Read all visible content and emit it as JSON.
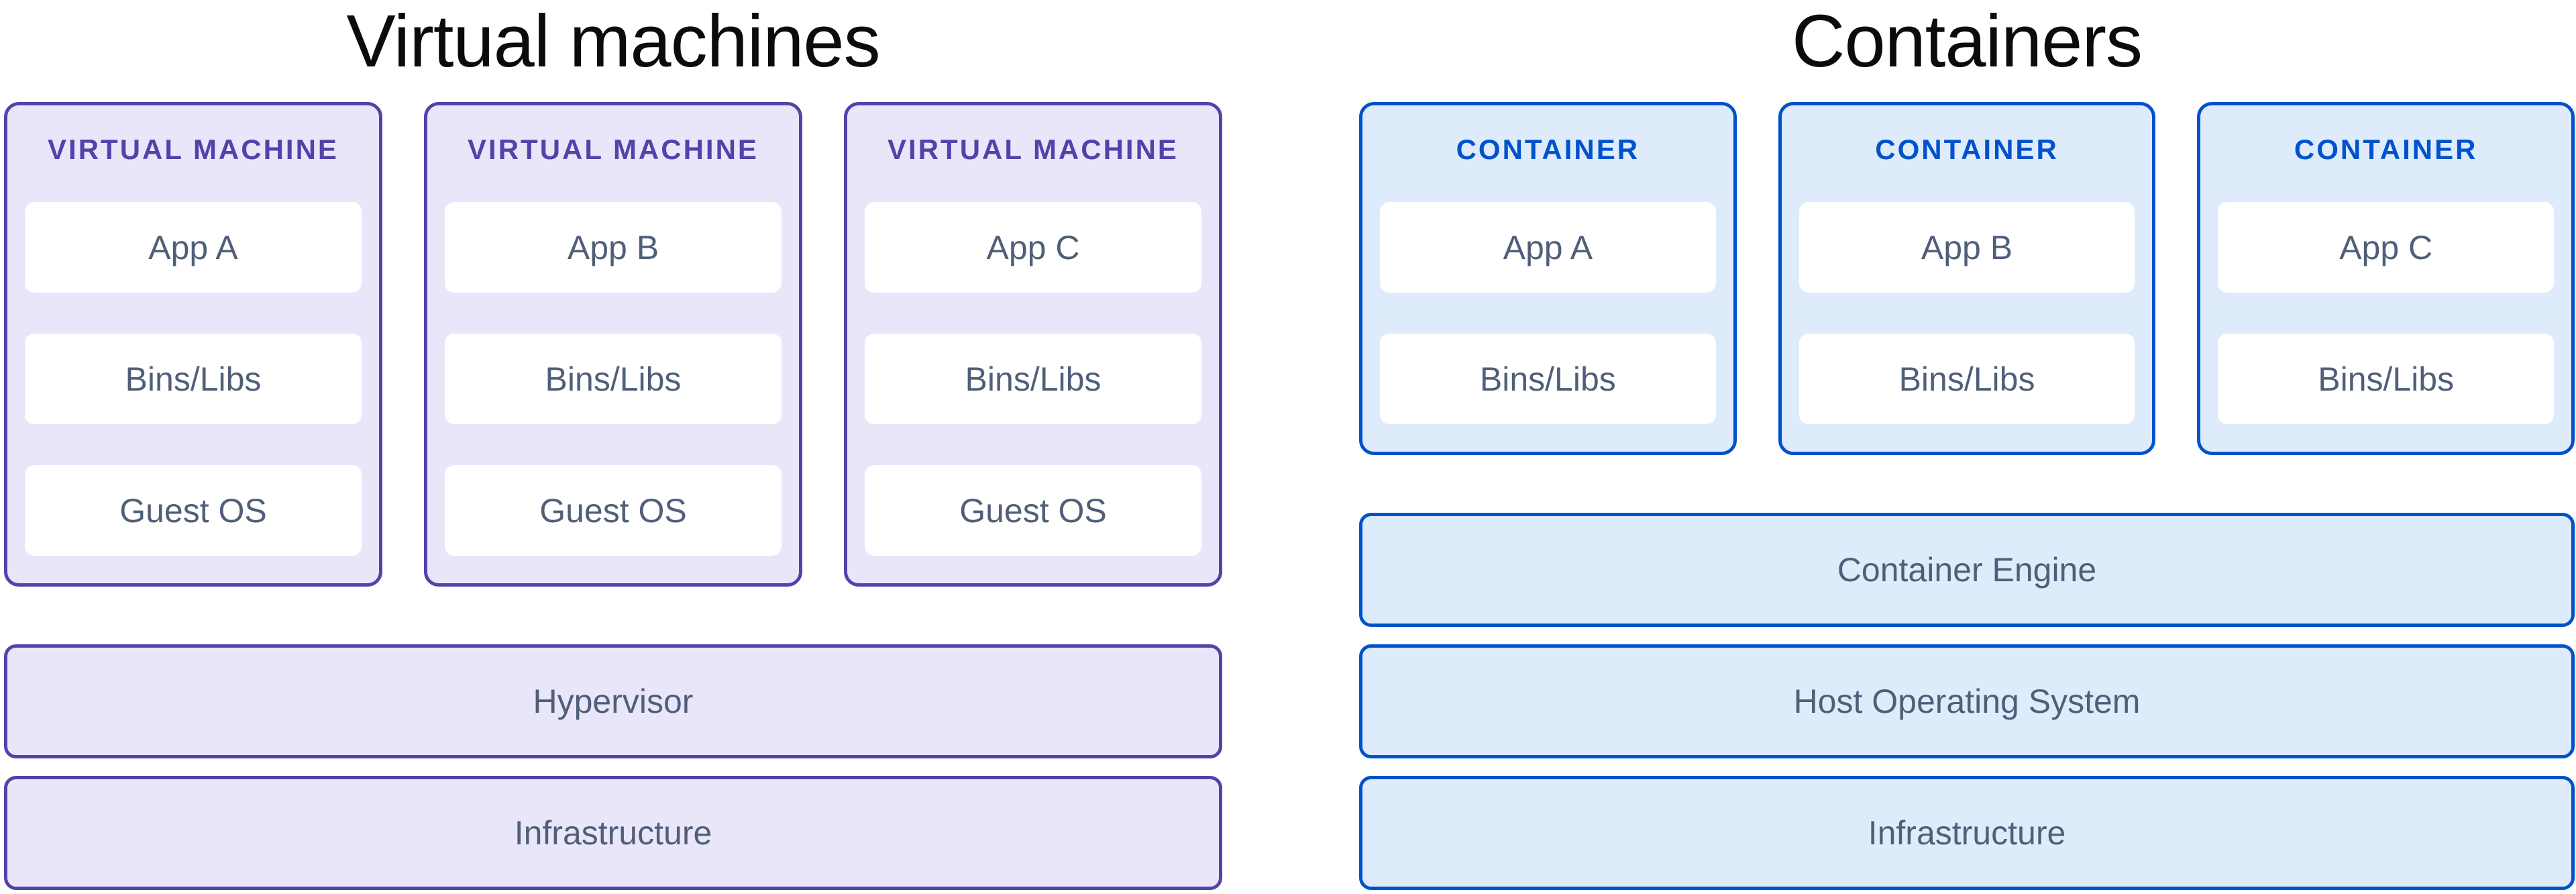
{
  "left_panel": {
    "title": "Virtual machines",
    "cards": [
      {
        "header": "VIRTUAL MACHINE",
        "boxes": [
          "App A",
          "Bins/Libs",
          "Guest OS"
        ]
      },
      {
        "header": "VIRTUAL MACHINE",
        "boxes": [
          "App B",
          "Bins/Libs",
          "Guest OS"
        ]
      },
      {
        "header": "VIRTUAL MACHINE",
        "boxes": [
          "App C",
          "Bins/Libs",
          "Guest OS"
        ]
      }
    ],
    "bars": [
      "Hypervisor",
      "Infrastructure"
    ]
  },
  "right_panel": {
    "title": "Containers",
    "cards": [
      {
        "header": "CONTAINER",
        "boxes": [
          "App A",
          "Bins/Libs"
        ]
      },
      {
        "header": "CONTAINER",
        "boxes": [
          "App B",
          "Bins/Libs"
        ]
      },
      {
        "header": "CONTAINER",
        "boxes": [
          "App C",
          "Bins/Libs"
        ]
      }
    ],
    "bars": [
      "Container Engine",
      "Host Operating System",
      "Infrastructure"
    ]
  },
  "colors": {
    "vm_accent": "#5243AA",
    "vm_fill": "#EAE6FA",
    "container_accent": "#0052CC",
    "container_fill": "#DEEBFB",
    "box_fill": "#FFFFFF",
    "label_text": "#505F79",
    "title_text": "#0B0B0B"
  }
}
